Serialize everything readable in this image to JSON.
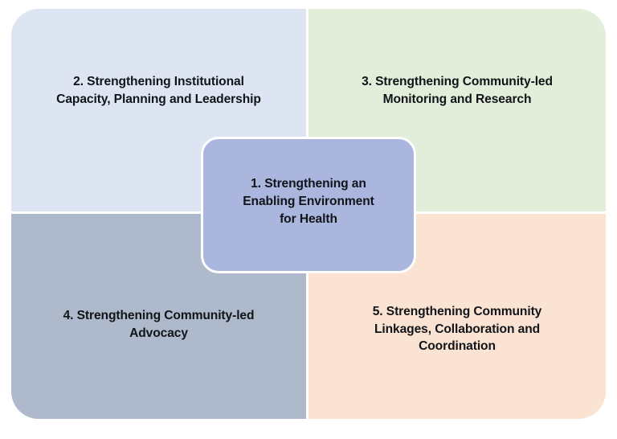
{
  "diagram": {
    "type": "quadrant-matrix-with-center",
    "colors": {
      "quadrant_top_left_bg": "#dce5f1",
      "quadrant_top_right_bg": "#e2eed9",
      "quadrant_bottom_left_bg": "#aeb9cb",
      "quadrant_bottom_right_bg": "#fae3d2",
      "center_bg": "#aab6dd",
      "center_border": "#ffffff",
      "text": "#111418",
      "page_bg": "#ffffff"
    },
    "center": {
      "number": "1.",
      "label": "1. Strengthening an\nEnabling Environment\nfor Health"
    },
    "quadrants": [
      {
        "position": "top-left",
        "number": "2.",
        "label": "2. Strengthening Institutional\nCapacity, Planning and Leadership"
      },
      {
        "position": "top-right",
        "number": "3.",
        "label": "3. Strengthening Community-led\nMonitoring and Research"
      },
      {
        "position": "bottom-left",
        "number": "4.",
        "label": "4. Strengthening Community-led\nAdvocacy"
      },
      {
        "position": "bottom-right",
        "number": "5.",
        "label": "5. Strengthening Community\nLinkages, Collaboration and\nCoordination"
      }
    ]
  }
}
